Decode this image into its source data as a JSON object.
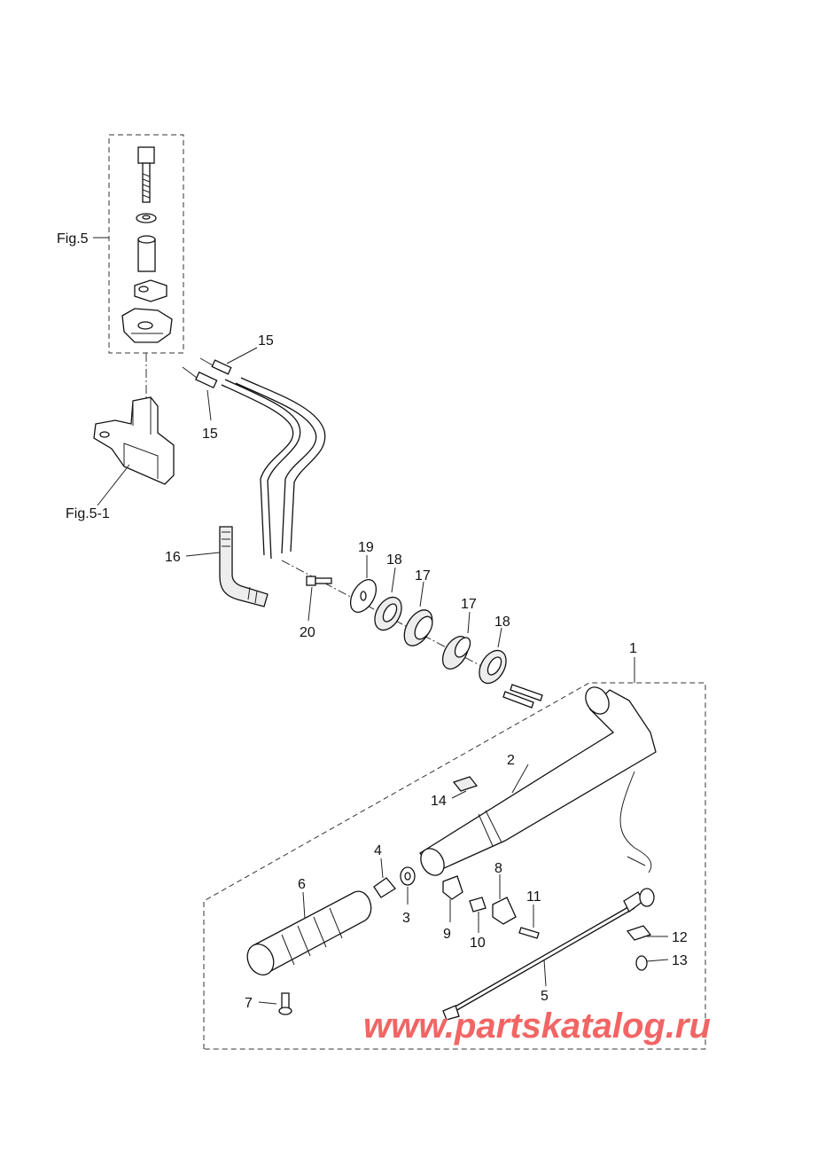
{
  "figure_refs": {
    "fig5": "Fig.5",
    "fig5_1": "Fig.5-1"
  },
  "callouts": {
    "p1": "1",
    "p2": "2",
    "p3": "3",
    "p4": "4",
    "p5": "5",
    "p6": "6",
    "p7": "7",
    "p8": "8",
    "p9": "9",
    "p10": "10",
    "p11": "11",
    "p12": "12",
    "p13": "13",
    "p14": "14",
    "p15a": "15",
    "p15b": "15",
    "p16": "16",
    "p17a": "17",
    "p17b": "17",
    "p18a": "18",
    "p18b": "18",
    "p19": "19",
    "p20": "20"
  },
  "watermark": "www.partskatalog.ru",
  "colors": {
    "watermark": "#f26565",
    "line": "#111111"
  }
}
